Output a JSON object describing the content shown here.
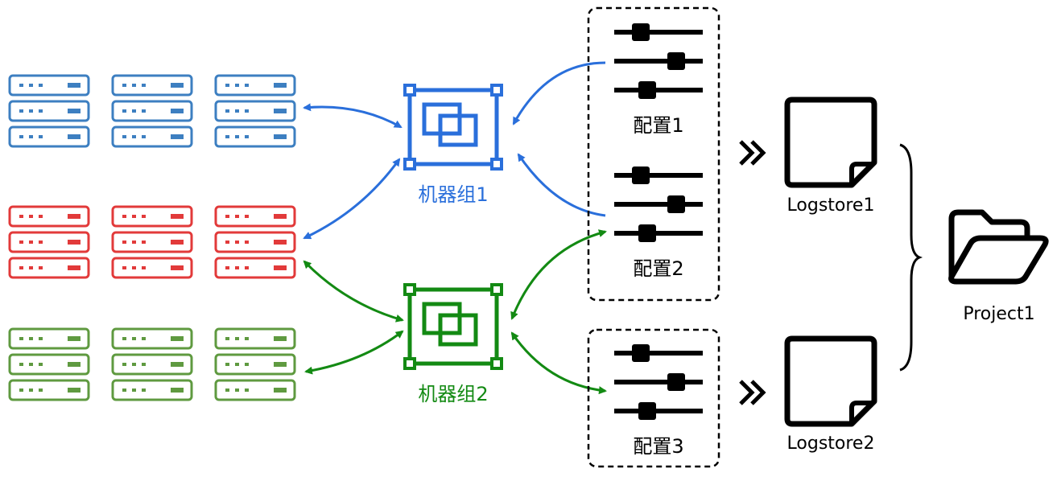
{
  "colors": {
    "blue": "#2a6fdb",
    "red": "#e8282b",
    "green": "#138a13",
    "black": "#000000",
    "blue_rack": "#3d7fc1",
    "red_rack": "#e23a3a",
    "green_rack": "#5f9a40"
  },
  "server_groups": [
    {
      "id": "blue",
      "color_key": "blue_rack"
    },
    {
      "id": "red",
      "color_key": "red_rack"
    },
    {
      "id": "green",
      "color_key": "green_rack"
    }
  ],
  "machine_groups": [
    {
      "label": "机器组1",
      "color_key": "blue"
    },
    {
      "label": "机器组2",
      "color_key": "green"
    }
  ],
  "configs": [
    {
      "label": "配置1"
    },
    {
      "label": "配置2"
    },
    {
      "label": "配置3"
    }
  ],
  "logstores": [
    {
      "label": "Logstore1"
    },
    {
      "label": "Logstore2"
    }
  ],
  "project": {
    "label": "Project1"
  },
  "icons": {
    "server": "server-rack-icon",
    "machine_group": "machine-group-icon",
    "config": "sliders-icon",
    "logstore": "document-icon",
    "project": "folder-open-icon",
    "flow": "double-chevron-icon"
  }
}
